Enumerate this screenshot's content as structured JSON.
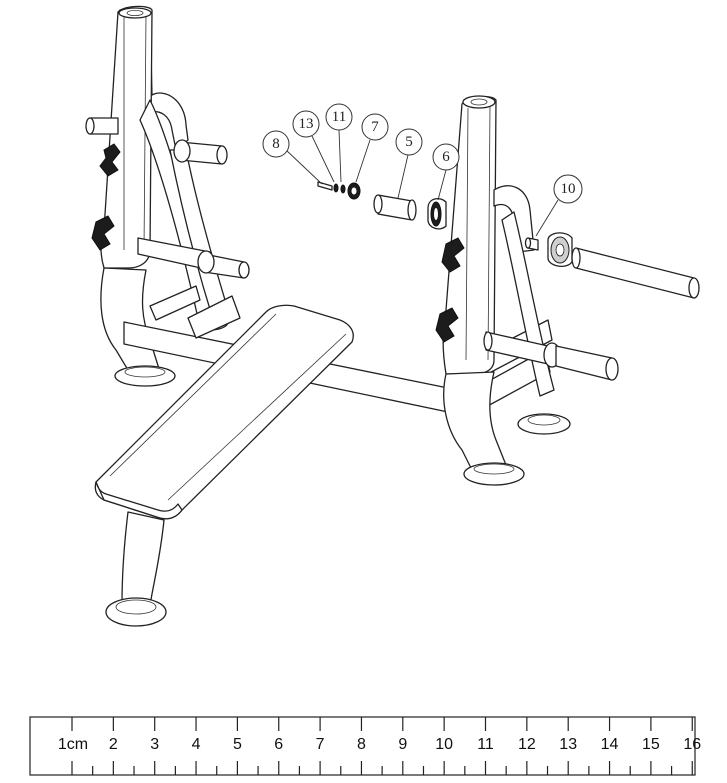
{
  "callouts": [
    {
      "id": "c8",
      "label": "8"
    },
    {
      "id": "c13",
      "label": "13"
    },
    {
      "id": "c11",
      "label": "11"
    },
    {
      "id": "c7",
      "label": "7"
    },
    {
      "id": "c5",
      "label": "5"
    },
    {
      "id": "c6",
      "label": "6"
    },
    {
      "id": "c10",
      "label": "10"
    }
  ],
  "ruler": {
    "first_label": "1cm",
    "labels": [
      "2",
      "3",
      "4",
      "5",
      "6",
      "7",
      "8",
      "9",
      "10",
      "11",
      "12",
      "13",
      "14",
      "15",
      "16"
    ]
  }
}
